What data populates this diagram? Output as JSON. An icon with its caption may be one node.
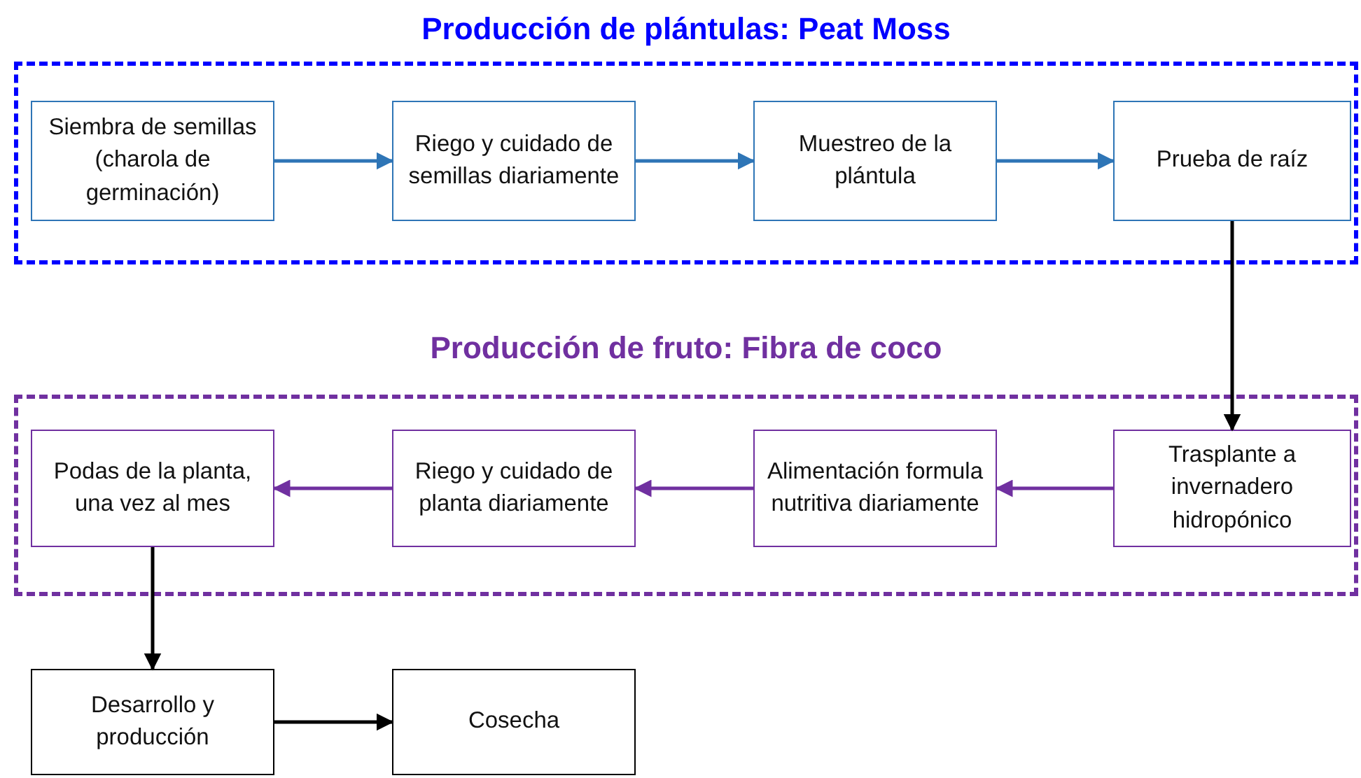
{
  "diagram": {
    "nodes": [
      {
        "text": [
          "Producción de plántulas: Peat Moss"
        ]
      },
      {
        "text": [
          "Siembra de semillas (charola de germinación)"
        ],
        "in": 0
      },
      {
        "text": [
          "Riego y cuidado de semillas diariamente"
        ],
        "in": 0
      },
      {
        "text": [
          "Muestreo de la plántula"
        ],
        "in": 0
      },
      {
        "text": [
          "Prueba de raíz"
        ],
        "in": 0
      },
      {
        "text": [
          "Producción de fruto: Fibra de coco"
        ]
      },
      {
        "text": [
          "Podas de la planta, una vez al mes"
        ],
        "in": 5
      },
      {
        "text": [
          "Riego y cuidado de planta diariamente"
        ],
        "in": 5
      },
      {
        "text": [
          "Alimentación formula nutritiva diariamente"
        ],
        "in": 5
      },
      {
        "text": [
          "Trasplante a invernadero hidropónico"
        ],
        "in": 5
      },
      {
        "text": [
          "Desarrollo y producción"
        ]
      },
      {
        "text": [
          "Cosecha"
        ]
      }
    ],
    "edges": [
      {
        "from": 1,
        "to": 2,
        "arrow": "to",
        "color": "#2e75b6"
      },
      {
        "from": 2,
        "to": 3,
        "arrow": "to",
        "color": "#2e75b6"
      },
      {
        "from": 3,
        "to": 4,
        "arrow": "to",
        "color": "#2e75b6"
      },
      {
        "from": 4,
        "to": 9,
        "arrow": "to",
        "color": "#000000"
      },
      {
        "from": 9,
        "to": 8,
        "arrow": "to",
        "color": "#7030a0"
      },
      {
        "from": 8,
        "to": 7,
        "arrow": "to",
        "color": "#7030a0"
      },
      {
        "from": 7,
        "to": 6,
        "arrow": "to",
        "color": "#7030a0"
      },
      {
        "from": 6,
        "to": 10,
        "arrow": "to",
        "color": "#000000"
      },
      {
        "from": 10,
        "to": 11,
        "arrow": "to",
        "color": "#000000"
      }
    ]
  }
}
